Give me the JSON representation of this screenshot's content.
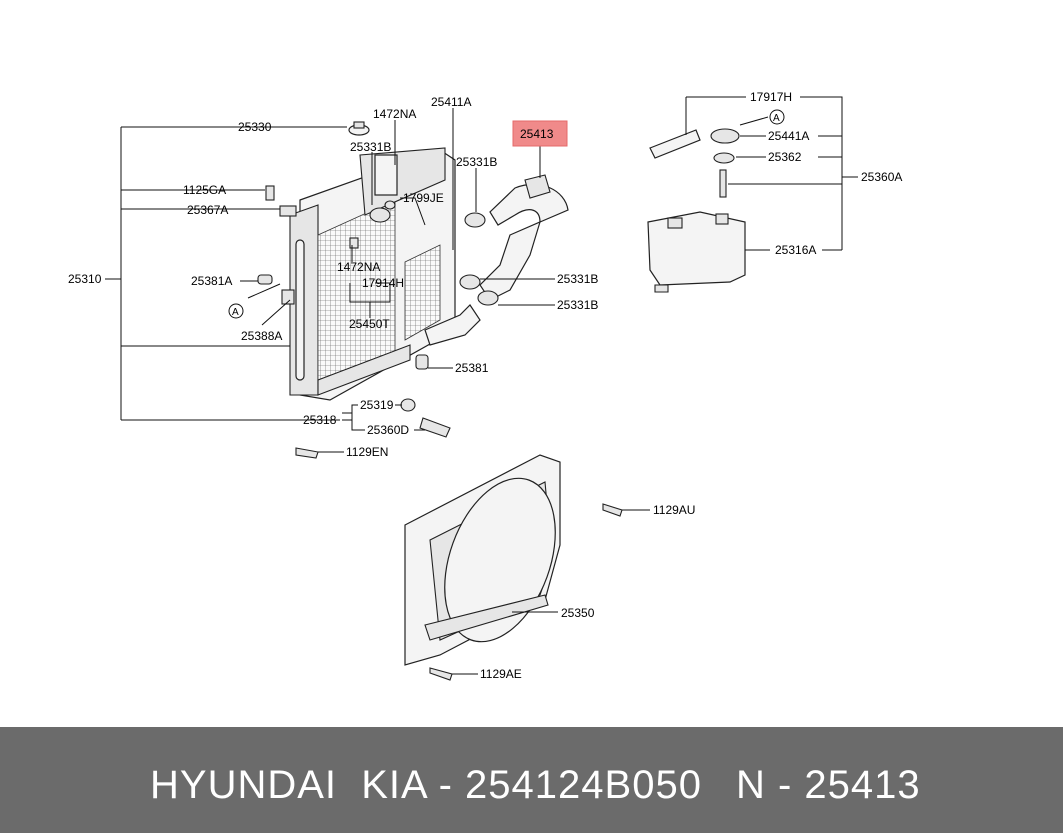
{
  "labels": {
    "l25330": "25330",
    "l1472NA_top": "1472NA",
    "l25411A": "25411A",
    "l25413": "25413",
    "l25331B_a": "25331B",
    "l25331B_b": "25331B",
    "l1799JE": "1799JE",
    "l1125GA": "1125GA",
    "l25367A": "25367A",
    "l1472NA_mid": "1472NA",
    "l25310": "25310",
    "l25381A": "25381A",
    "l17914H": "17914H",
    "l25331B_c": "25331B",
    "l25331B_d": "25331B",
    "l25450T": "25450T",
    "l25388A": "25388A",
    "l25381": "25381",
    "l25319": "25319",
    "l25318": "25318",
    "l25360D": "25360D",
    "l1129EN": "1129EN",
    "l17917H": "17917H",
    "l25441A": "25441A",
    "l25362": "25362",
    "l25360A": "25360A",
    "l25316A": "25316A",
    "l1129AU": "1129AU",
    "l25350": "25350",
    "l1129AE": "1129AE",
    "marker_a1": "A",
    "marker_a2": "A"
  },
  "highlight": {
    "color": "#f08a8a",
    "part": "25413"
  },
  "footer": {
    "brand": "HYUNDAI  KIA - 254124B050",
    "ref": "N - 25413",
    "bg": "#6b6b6b"
  }
}
